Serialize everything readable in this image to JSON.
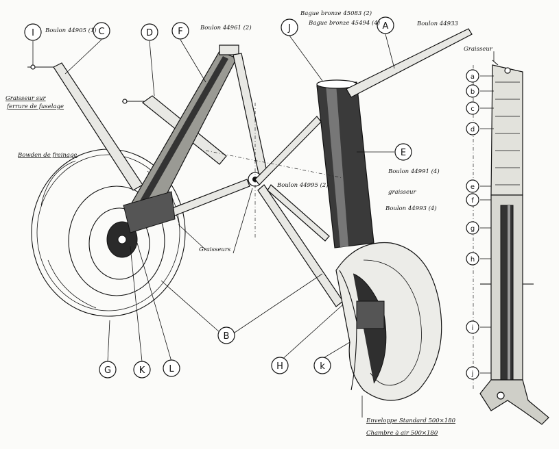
{
  "callouts": {
    "A": "A",
    "B": "B",
    "C": "C",
    "D": "D",
    "E": "E",
    "F": "F",
    "G": "G",
    "H": "H",
    "I": "I",
    "J": "J",
    "K": "K",
    "L": "L",
    "k": "k"
  },
  "shock_callouts": {
    "a": "a",
    "b": "b",
    "c": "c",
    "d": "d",
    "e": "e",
    "f": "f",
    "g": "g",
    "h": "h",
    "i": "i",
    "j": "j"
  },
  "labels": {
    "boulon_44905": "Boulon 44905 (1)",
    "boulon_44961": "Boulon 44961 (2)",
    "bague_45083": "Bague bronze 45083 (2)",
    "bague_45494": "Bague bronze 45494 (4)",
    "boulon_44933": "Boulon 44933",
    "graisseur_top": "Graisseur",
    "graisseur_fus_1": "Graisseur sur",
    "graisseur_fus_2": "ferrure de fuselage",
    "bowden": "Bowden de freinage",
    "boulon_44991": "Boulon 44991 (4)",
    "graisseur_mid": "graisseur",
    "boulon_44993": "Boulon 44993 (4)",
    "boulon_44995": "Boulon 44995 (2)",
    "graisseurs": "Graisseurs",
    "enveloppe": "Enveloppe Standard 500×180",
    "chambre": "Chambre à air 500×180"
  },
  "colors": {
    "ink": "#111111",
    "paper": "#fbfbf9",
    "shade": "#2a2a2a"
  }
}
